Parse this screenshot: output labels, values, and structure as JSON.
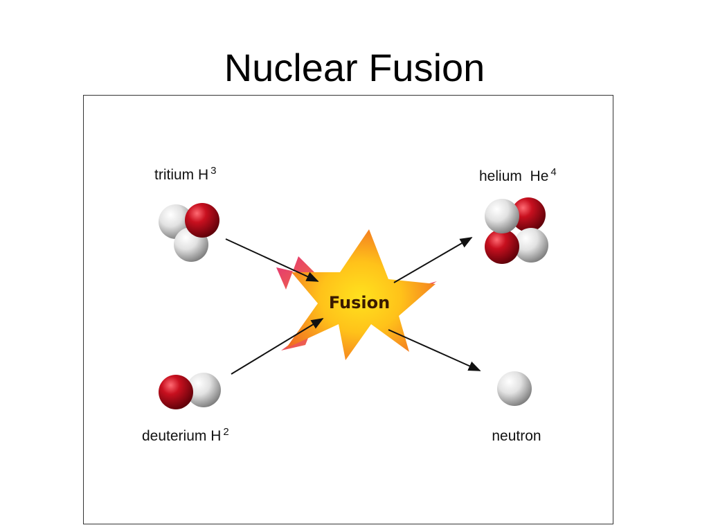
{
  "title": "Nuclear Fusion",
  "center_label": "Fusion",
  "particles": {
    "tritium": {
      "name": "tritium H",
      "superscript": "3"
    },
    "deuterium": {
      "name": "deuterium H",
      "superscript": "2"
    },
    "helium": {
      "name": "helium  He",
      "superscript": "4"
    },
    "neutron": {
      "name": "neutron"
    }
  },
  "colors": {
    "proton": "#b0101e",
    "neutron": "#e8e8e8",
    "star_center": "#ffd21a",
    "star_edge": "#f26a21",
    "star_shadow": "#d41a6a"
  }
}
